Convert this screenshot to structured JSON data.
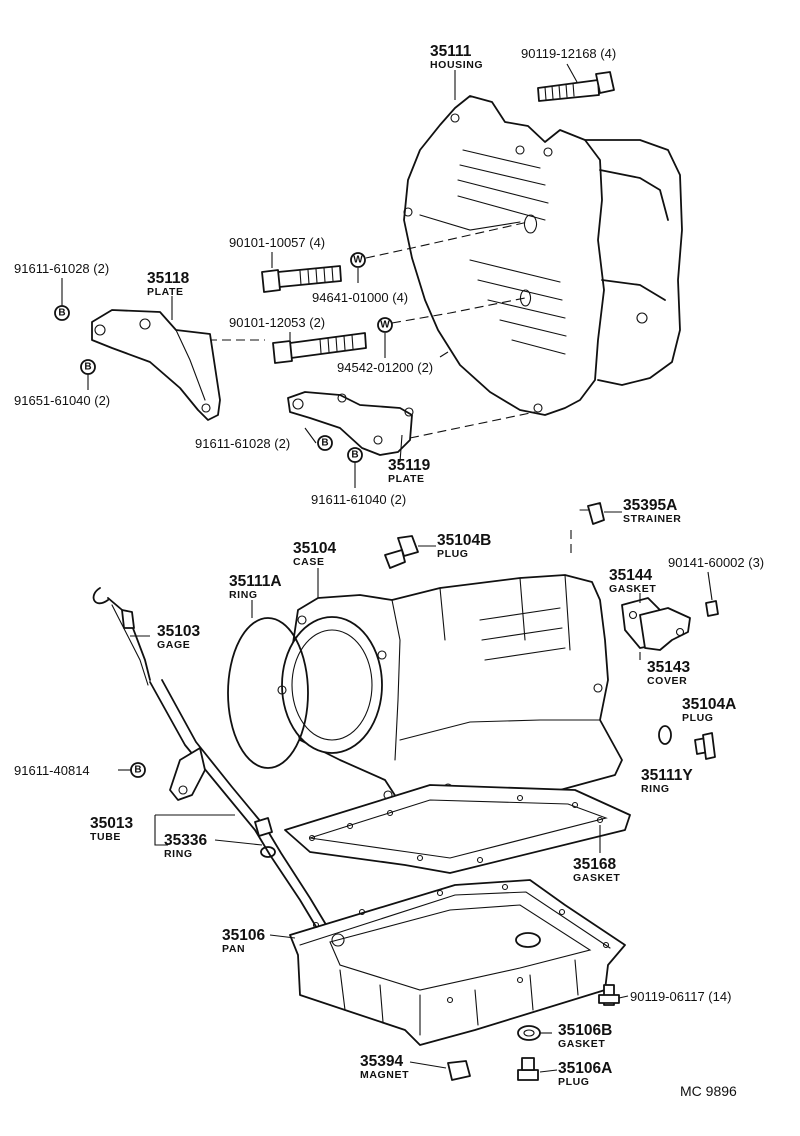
{
  "callouts": {
    "c35111": {
      "number": "35111",
      "name": "HOUSING"
    },
    "c35118": {
      "number": "35118",
      "name": "PLATE"
    },
    "c35119": {
      "number": "35119",
      "name": "PLATE"
    },
    "c35395a": {
      "number": "35395A",
      "name": "STRAINER"
    },
    "c35104b": {
      "number": "35104B",
      "name": "PLUG"
    },
    "c35104": {
      "number": "35104",
      "name": "CASE"
    },
    "c35111a": {
      "number": "35111A",
      "name": "RING"
    },
    "c35144": {
      "number": "35144",
      "name": "GASKET"
    },
    "c35143": {
      "number": "35143",
      "name": "COVER"
    },
    "c35103": {
      "number": "35103",
      "name": "GAGE"
    },
    "c35104a": {
      "number": "35104A",
      "name": "PLUG"
    },
    "c35111y": {
      "number": "35111Y",
      "name": "RING"
    },
    "c35013": {
      "number": "35013",
      "name": "TUBE"
    },
    "c35336": {
      "number": "35336",
      "name": "RING"
    },
    "c35168": {
      "number": "35168",
      "name": "GASKET"
    },
    "c35106": {
      "number": "35106",
      "name": "PAN"
    },
    "c35106b": {
      "number": "35106B",
      "name": "GASKET"
    },
    "c35394": {
      "number": "35394",
      "name": "MAGNET"
    },
    "c35106a": {
      "number": "35106A",
      "name": "PLUG"
    }
  },
  "refs": {
    "r90119_12168": "90119-12168 (4)",
    "r90101_10057": "90101-10057 (4)",
    "r94641_01000": "94641-01000 (4)",
    "r90101_12053": "90101-12053 (2)",
    "r94542_01200": "94542-01200 (2)",
    "r91611_61028_a": "91611-61028 (2)",
    "r91651_61040": "91651-61040 (2)",
    "r91611_61028_b": "91611-61028 (2)",
    "r91611_61040": "91611-61040 (2)",
    "r90141_60002": "90141-60002 (3)",
    "r91611_40814": "91611-40814",
    "r90119_06117": "90119-06117 (14)"
  },
  "symbols": {
    "bolt_mark": "B",
    "washer_mark": "W"
  },
  "figure_code": "MC  9896"
}
